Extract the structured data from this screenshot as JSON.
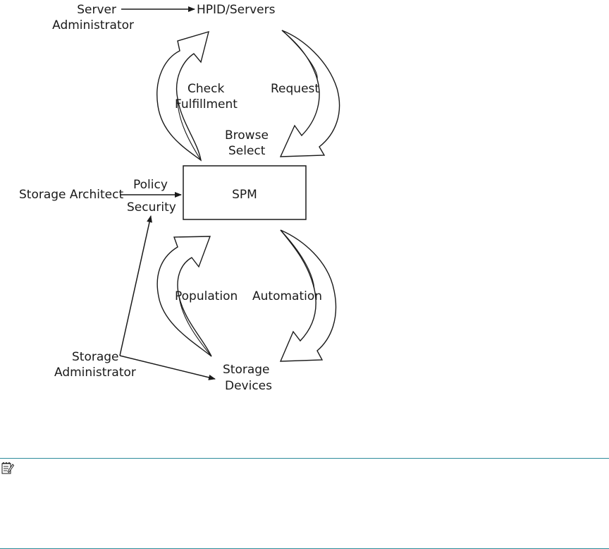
{
  "diagram": {
    "labels": {
      "server_administrator_1": "Server",
      "server_administrator_2": "Administrator",
      "hpid_servers": "HPID/Servers",
      "check": "Check",
      "fulfillment": "Fulfillment",
      "request": "Request",
      "browse": "Browse",
      "select": "Select",
      "storage_architect": "Storage Architect",
      "policy": "Policy",
      "security": "Security",
      "spm": "SPM",
      "population": "Population",
      "automation": "Automation",
      "storage_administrator_1": "Storage",
      "storage_administrator_2": "Administrator",
      "storage_devices_1": "Storage",
      "storage_devices_2": "Devices"
    }
  },
  "note": {
    "icon": "note-icon"
  }
}
